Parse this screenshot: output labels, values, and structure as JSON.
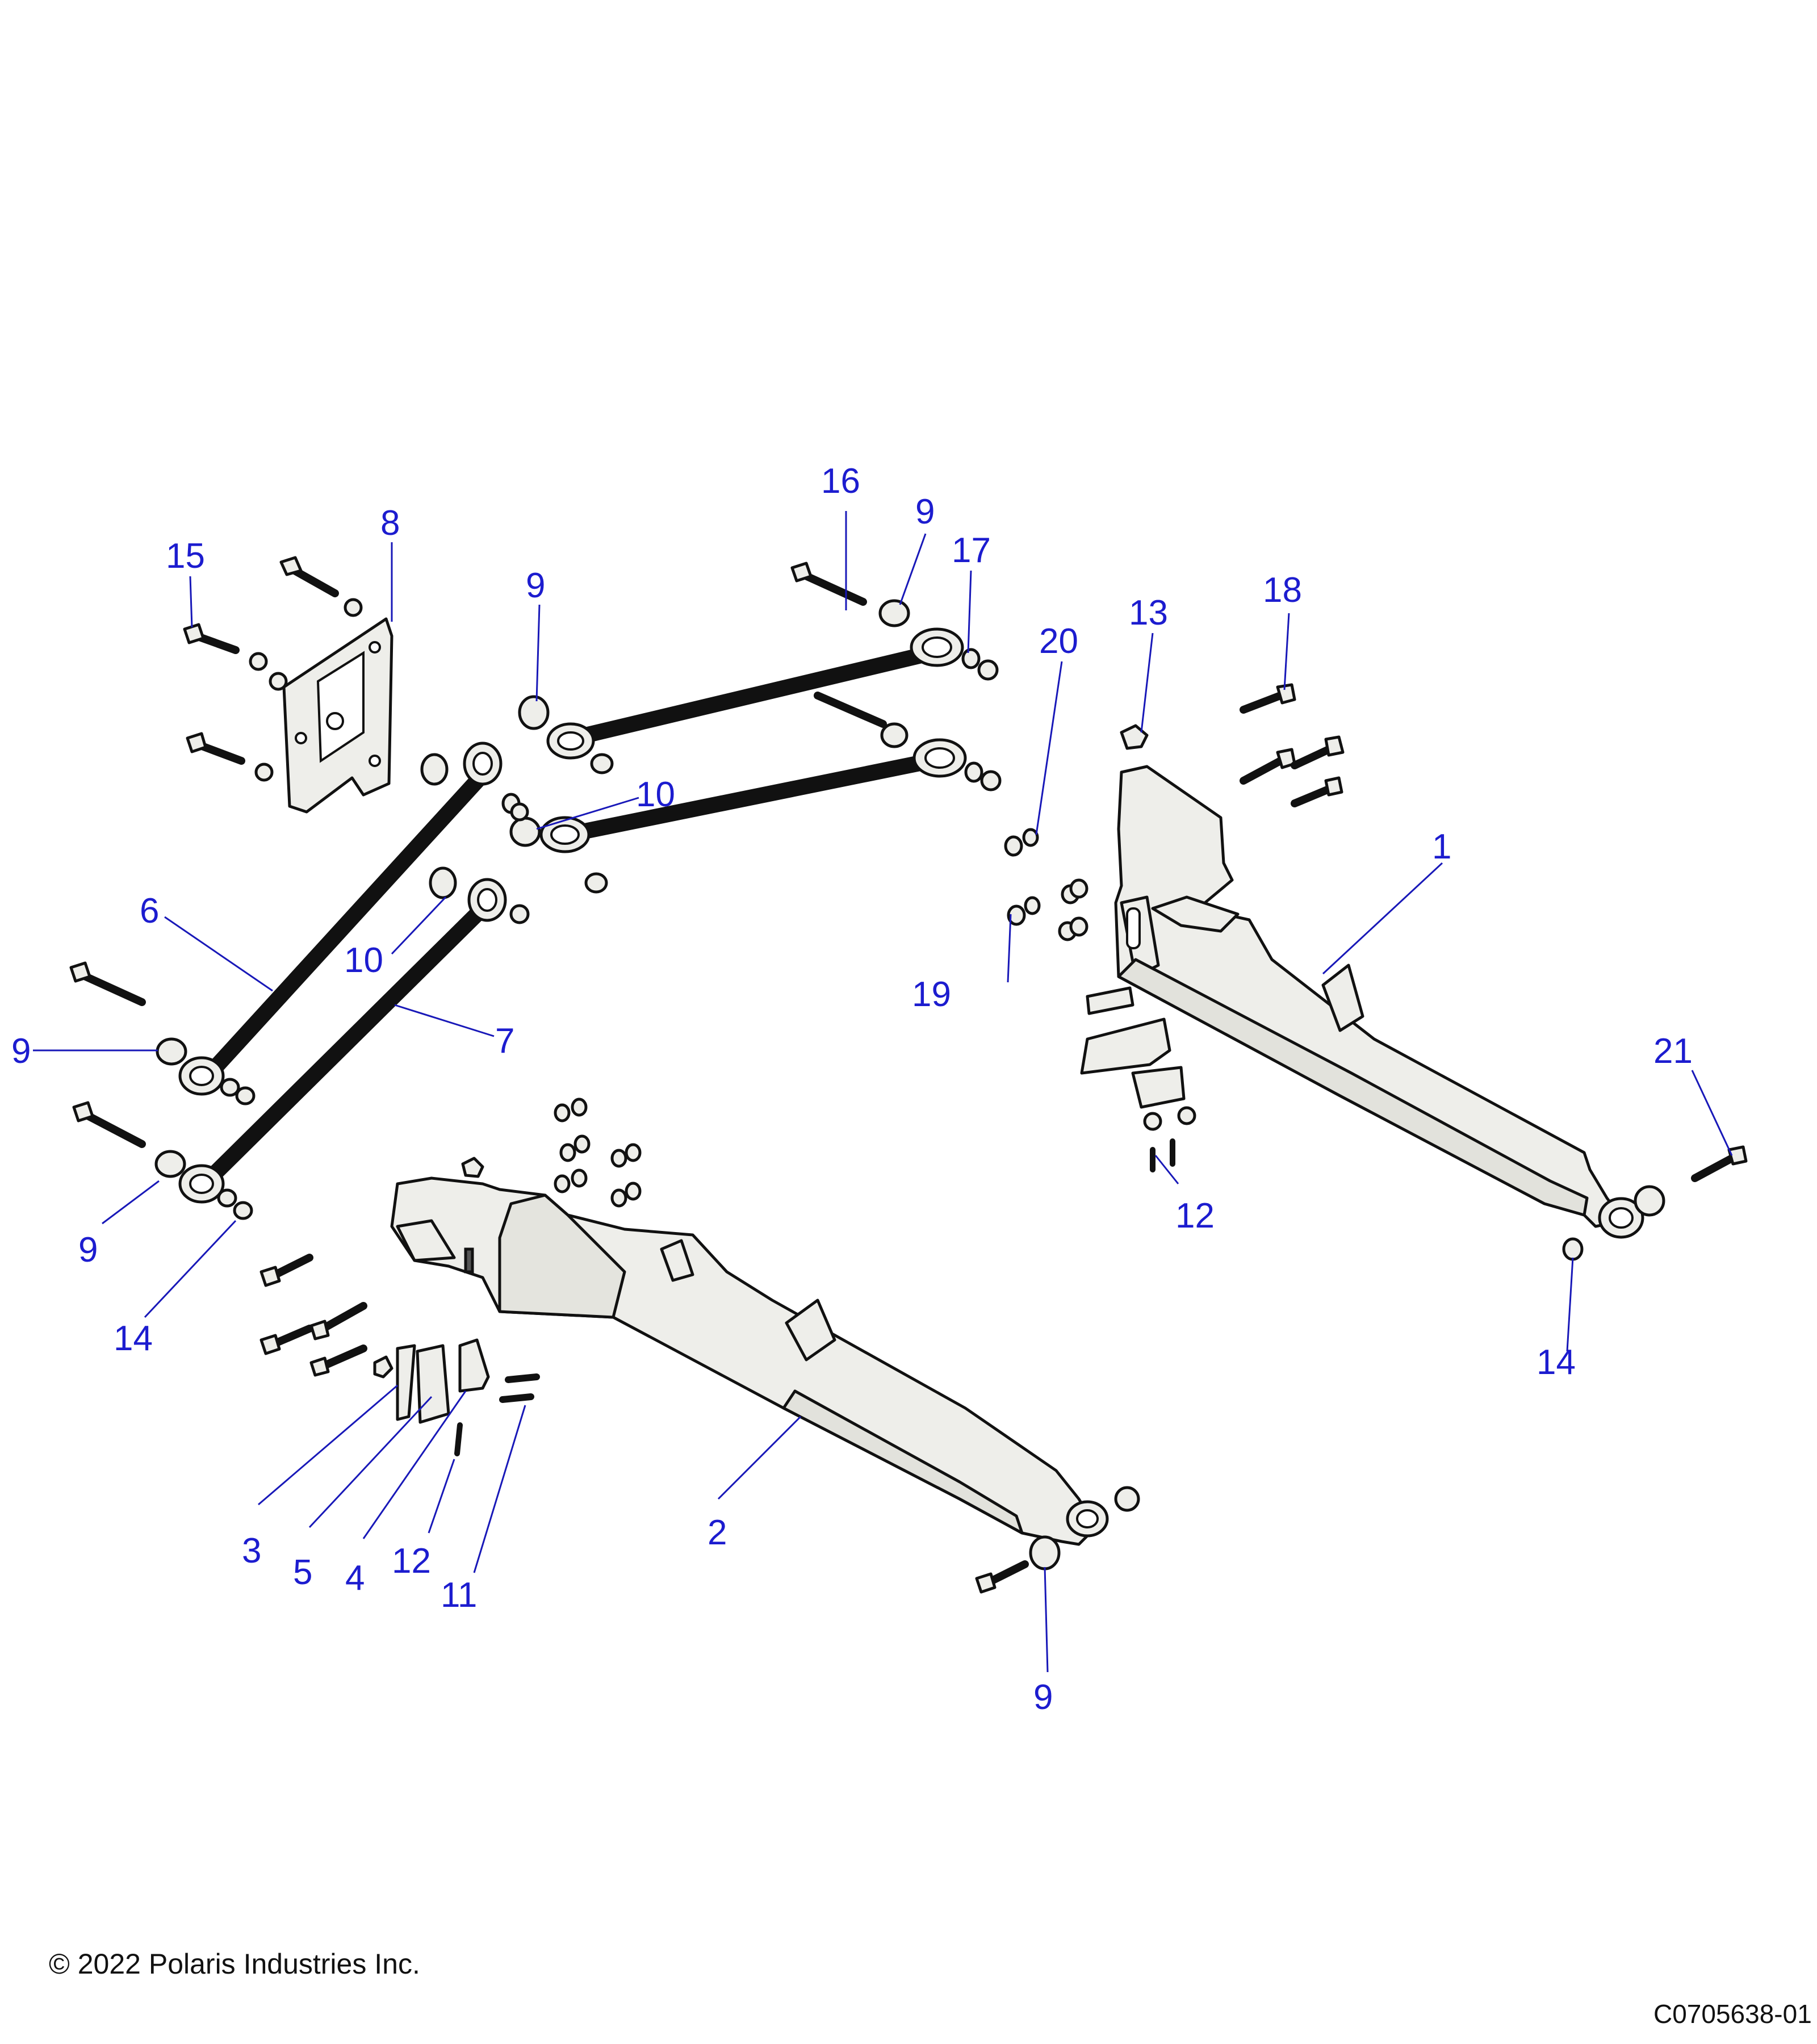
{
  "colors": {
    "callout": "#1c1ccf",
    "leader": "#1818b8",
    "part_fill": "#eeeeea",
    "outline": "#111111"
  },
  "callouts": {
    "c1": "1",
    "c2": "2",
    "c3": "3",
    "c4": "4",
    "c5": "5",
    "c6": "6",
    "c7": "7",
    "c8": "8",
    "c9a": "9",
    "c9b": "9",
    "c9c": "9",
    "c9d": "9",
    "c9e": "9",
    "c10a": "10",
    "c10b": "10",
    "c11": "11",
    "c12a": "12",
    "c12b": "12",
    "c13": "13",
    "c14a": "14",
    "c14b": "14",
    "c15": "15",
    "c16": "16",
    "c17": "17",
    "c18": "18",
    "c19": "19",
    "c20": "20",
    "c21": "21"
  },
  "footer": {
    "copyright": "© 2022 Polaris Industries Inc.",
    "figure_id": "C0705638-01"
  }
}
